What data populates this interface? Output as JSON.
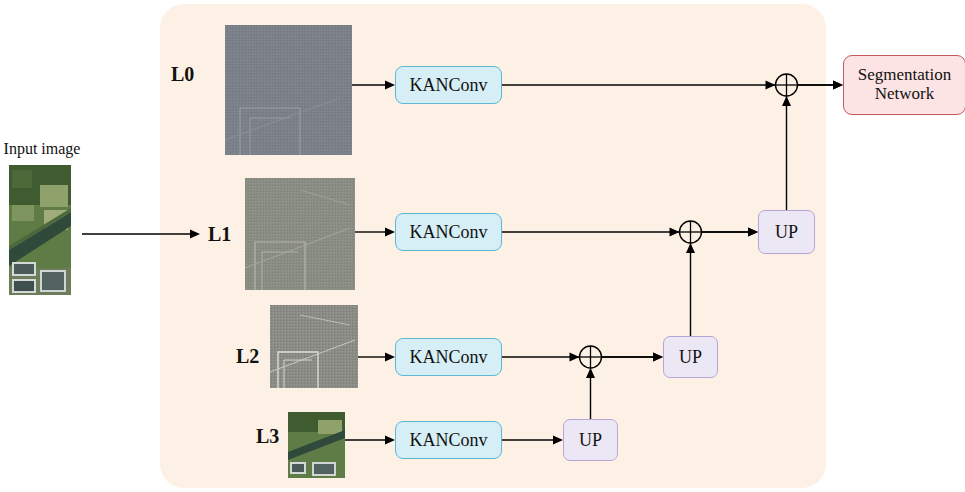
{
  "diagram": {
    "nodes": [
      {
        "text": [
          "Input image"
        ]
      },
      {
        "text": [
          "L0"
        ]
      },
      {
        "text": [
          "KANConv"
        ]
      },
      {
        "text": [
          "Segmentation Network"
        ]
      },
      {
        "text": [
          "L1"
        ]
      },
      {
        "text": [
          "KANConv"
        ]
      },
      {
        "text": [
          "UP"
        ]
      },
      {
        "text": [
          "L2"
        ]
      },
      {
        "text": [
          "KANConv"
        ]
      },
      {
        "text": [
          "UP"
        ]
      },
      {
        "text": [
          "L3"
        ]
      },
      {
        "text": [
          "KANConv"
        ]
      },
      {
        "text": [
          "UP"
        ]
      }
    ],
    "edges": [
      {
        "from": 0,
        "to": 4,
        "arrow": "to"
      },
      {
        "from": 1,
        "to": 2,
        "arrow": "to"
      },
      {
        "from": 4,
        "to": 5,
        "arrow": "to"
      },
      {
        "from": 7,
        "to": 8,
        "arrow": "to"
      },
      {
        "from": 10,
        "to": 11,
        "arrow": "to"
      },
      {
        "from": 11,
        "to": 12,
        "arrow": "to"
      },
      {
        "from": 12,
        "to": 9,
        "arrow": "to"
      },
      {
        "from": 8,
        "to": 9,
        "arrow": "to"
      },
      {
        "from": 9,
        "to": 6,
        "arrow": "to"
      },
      {
        "from": 5,
        "to": 6,
        "arrow": "to"
      },
      {
        "from": 6,
        "to": 3,
        "arrow": "to"
      },
      {
        "from": 2,
        "to": 3,
        "arrow": "to"
      }
    ]
  }
}
